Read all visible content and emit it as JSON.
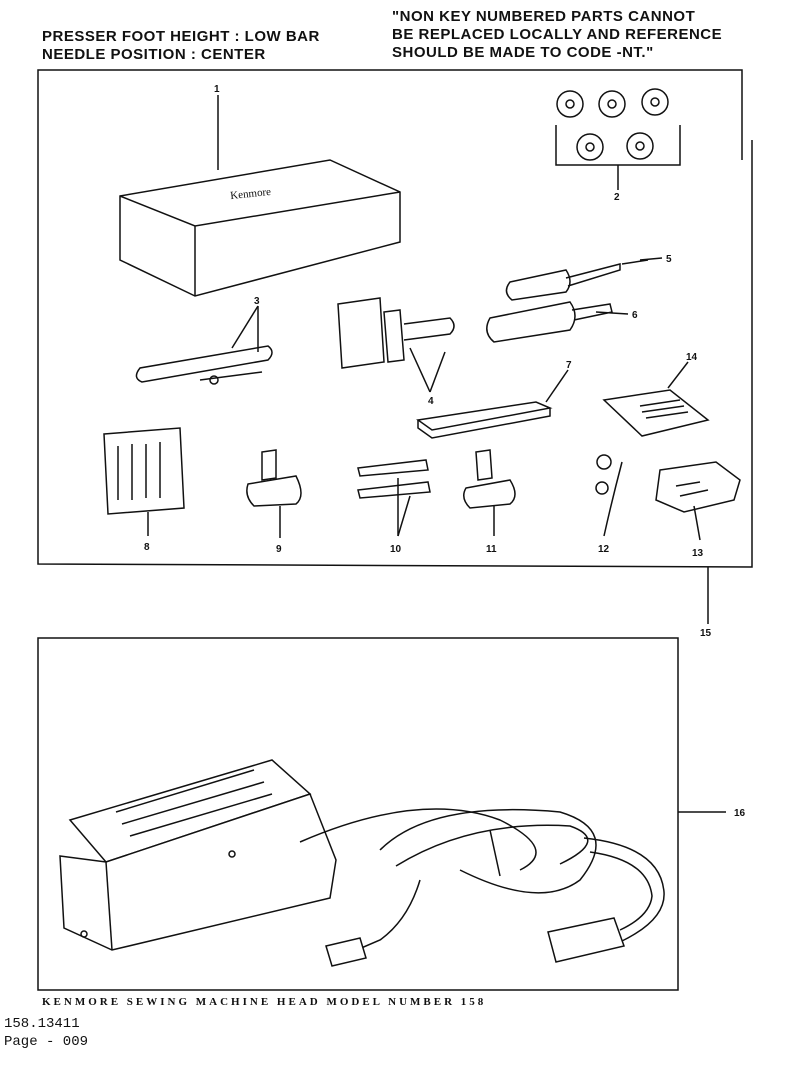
{
  "header": {
    "left_line1": "PRESSER FOOT HEIGHT : LOW BAR",
    "left_line2": "NEEDLE POSITION : CENTER",
    "right_line1": "\"NON KEY NUMBERED PARTS CANNOT",
    "right_line2": "BE REPLACED LOCALLY AND REFERENCE",
    "right_line3": "SHOULD BE MADE TO CODE -NT.\""
  },
  "labels": [
    "1",
    "2",
    "3",
    "4",
    "5",
    "6",
    "7",
    "8",
    "9",
    "10",
    "11",
    "12",
    "13",
    "14",
    "15",
    "16"
  ],
  "box_brand": "Kenmore",
  "caption": "KENMORE SEWING MACHINE HEAD MODEL NUMBER 158",
  "footer": {
    "model_id": "158.13411",
    "page": "Page - 009"
  }
}
